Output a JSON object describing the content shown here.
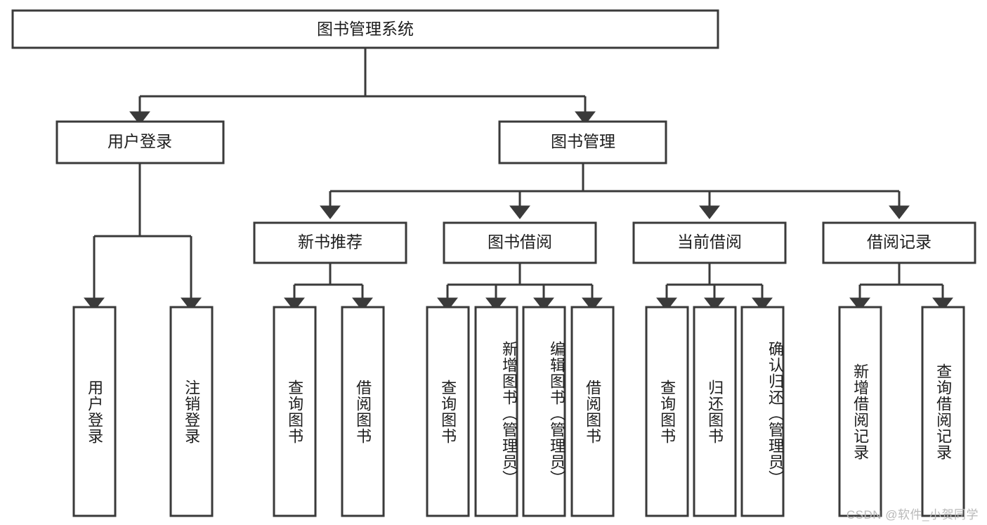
{
  "diagram": {
    "type": "tree",
    "title": "图书管理系统",
    "orientation": "top-down",
    "colors": {
      "box_stroke": "#3a3a3a",
      "box_fill": "#ffffff",
      "connector": "#3a3a3a",
      "text": "#1d1d1d",
      "watermark": "#b9b9b9",
      "background": "#ffffff"
    },
    "root": {
      "label": "图书管理系统"
    },
    "level2": [
      {
        "label": "用户登录"
      },
      {
        "label": "图书管理"
      }
    ],
    "level3": [
      {
        "label": "新书推荐"
      },
      {
        "label": "图书借阅"
      },
      {
        "label": "当前借阅"
      },
      {
        "label": "借阅记录"
      }
    ],
    "leaves": {
      "user_login": [
        {
          "label": "用户登录"
        },
        {
          "label": "注销登录"
        }
      ],
      "new_book_recommend": [
        {
          "label": "查询图书"
        },
        {
          "label": "借阅图书"
        }
      ],
      "book_borrow": [
        {
          "label": "查询图书"
        },
        {
          "label": "新增图书（管理员）"
        },
        {
          "label": "编辑图书（管理员）"
        },
        {
          "label": "借阅图书"
        }
      ],
      "current_borrow": [
        {
          "label": "查询图书"
        },
        {
          "label": "归还图书"
        },
        {
          "label": "确认归还（管理员）"
        }
      ],
      "borrow_record": [
        {
          "label": "新增借阅记录"
        },
        {
          "label": "查询借阅记录"
        }
      ]
    }
  },
  "watermark": {
    "text": "CSDN @软件_小贺同学"
  }
}
